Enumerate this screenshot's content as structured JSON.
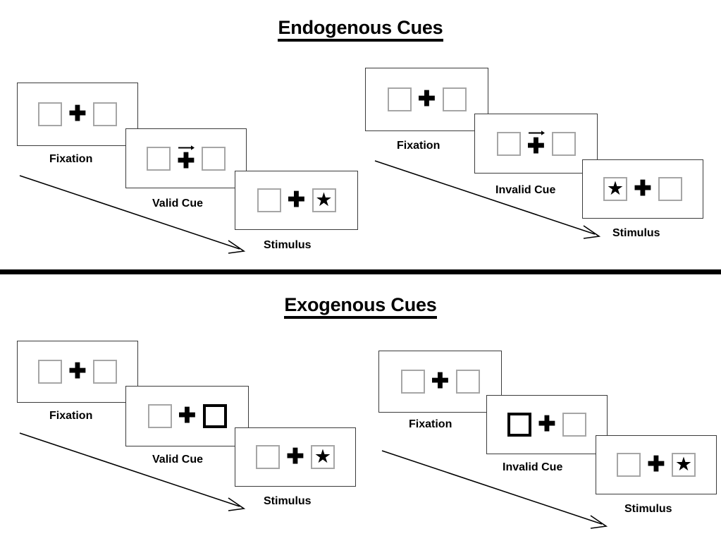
{
  "figure": {
    "sections": [
      {
        "id": "endogenous",
        "title": "Endogenous Cues",
        "columns": [
          {
            "id": "endogenous-valid",
            "frames": [
              {
                "id": "endogenous-valid-fixation",
                "caption": "Fixation",
                "cue_type": "none",
                "left_box": "empty",
                "right_box": "empty",
                "center": "plus"
              },
              {
                "id": "endogenous-valid-cue",
                "caption": "Valid Cue",
                "cue_type": "central-arrow-right",
                "left_box": "empty",
                "right_box": "empty",
                "center": "plus-with-arrow"
              },
              {
                "id": "endogenous-valid-stimulus",
                "caption": "Stimulus",
                "cue_type": "none",
                "left_box": "empty",
                "right_box": "star",
                "center": "plus"
              }
            ]
          },
          {
            "id": "endogenous-invalid",
            "frames": [
              {
                "id": "endogenous-invalid-fixation",
                "caption": "Fixation",
                "cue_type": "none",
                "left_box": "empty",
                "right_box": "empty",
                "center": "plus"
              },
              {
                "id": "endogenous-invalid-cue",
                "caption": "Invalid Cue",
                "cue_type": "central-arrow-right",
                "left_box": "empty",
                "right_box": "empty",
                "center": "plus-with-arrow"
              },
              {
                "id": "endogenous-invalid-stimulus",
                "caption": "Stimulus",
                "cue_type": "none",
                "left_box": "star",
                "right_box": "empty",
                "center": "plus"
              }
            ]
          }
        ]
      },
      {
        "id": "exogenous",
        "title": "Exogenous Cues",
        "columns": [
          {
            "id": "exogenous-valid",
            "frames": [
              {
                "id": "exogenous-valid-fixation",
                "caption": "Fixation",
                "cue_type": "none",
                "left_box": "empty",
                "right_box": "empty",
                "center": "plus"
              },
              {
                "id": "exogenous-valid-cue",
                "caption": "Valid Cue",
                "cue_type": "peripheral-right",
                "left_box": "empty",
                "right_box": "cued",
                "center": "plus"
              },
              {
                "id": "exogenous-valid-stimulus",
                "caption": "Stimulus",
                "cue_type": "none",
                "left_box": "empty",
                "right_box": "star",
                "center": "plus"
              }
            ]
          },
          {
            "id": "exogenous-invalid",
            "frames": [
              {
                "id": "exogenous-invalid-fixation",
                "caption": "Fixation",
                "cue_type": "none",
                "left_box": "empty",
                "right_box": "empty",
                "center": "plus"
              },
              {
                "id": "exogenous-invalid-cue",
                "caption": "Invalid Cue",
                "cue_type": "peripheral-left",
                "left_box": "cued",
                "right_box": "empty",
                "center": "plus"
              },
              {
                "id": "exogenous-invalid-stimulus",
                "caption": "Stimulus",
                "cue_type": "none",
                "left_box": "empty",
                "right_box": "star",
                "center": "plus"
              }
            ]
          }
        ]
      }
    ],
    "glyphs": {
      "plus": "✚",
      "star": "★"
    },
    "colors": {
      "ink": "#000000",
      "frame_border": "#3b3b3b",
      "box_border": "#a6a6a6",
      "cued_box_border": "#000000",
      "background": "#ffffff"
    }
  }
}
